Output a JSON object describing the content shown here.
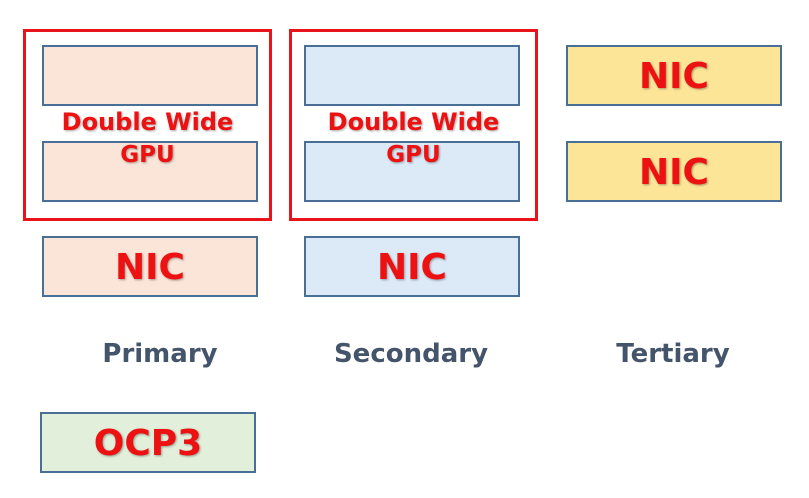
{
  "primary": {
    "label": "Primary",
    "gpu_line1": "Double Wide",
    "gpu_line2": "GPU",
    "nic": "NIC",
    "color": "#fbe5d8"
  },
  "secondary": {
    "label": "Secondary",
    "gpu_line1": "Double Wide",
    "gpu_line2": "GPU",
    "nic": "NIC",
    "color": "#dce9f6"
  },
  "tertiary": {
    "label": "Tertiary",
    "nic_top": "NIC",
    "nic_bottom": "NIC",
    "color": "#fde598"
  },
  "ocp": {
    "label": "OCP3",
    "color": "#e2efda"
  },
  "colors": {
    "border": "#4a6f97",
    "highlight": "#e8141a",
    "text_red": "#ee1111",
    "column_label": "#44546a"
  }
}
